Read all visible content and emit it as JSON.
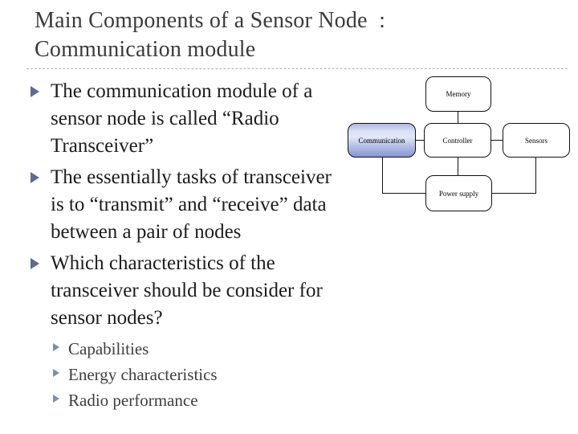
{
  "slide": {
    "title": {
      "line1": "Main Components of a Sensor Node  :",
      "line2": "Communication module"
    },
    "bullets": [
      {
        "lines": [
          "The communication module of a",
          "sensor node is called “Radio",
          "Transceiver”"
        ]
      },
      {
        "lines": [
          "The essentially tasks of transceiver",
          "is to “transmit” and “receive” data",
          "between a pair of nodes"
        ]
      },
      {
        "lines": [
          "Which characteristics of the",
          "transceiver should be consider for",
          "sensor nodes?"
        ]
      }
    ],
    "sub_bullets": [
      "Capabilities",
      "Energy characteristics",
      "Radio performance"
    ],
    "diagram": {
      "nodes": [
        {
          "id": "memory",
          "label": "Memory"
        },
        {
          "id": "communication",
          "label": "Communication",
          "highlighted": true
        },
        {
          "id": "controller",
          "label": "Controller"
        },
        {
          "id": "sensors",
          "label": "Sensors"
        },
        {
          "id": "power-supply",
          "label": "Power supply"
        }
      ]
    },
    "colors": {
      "title_text": "#3b3b3d",
      "body_text": "#1c1c1c",
      "sub_text": "#3e3e3e",
      "bullet_marker": "#5c6c90",
      "sub_bullet_marker": "#7e8eac",
      "divider": "#b3b3b3",
      "highlight_box_light": "#e2e7f8",
      "highlight_box_dark": "#8794cd",
      "box_border": "#111111"
    }
  }
}
